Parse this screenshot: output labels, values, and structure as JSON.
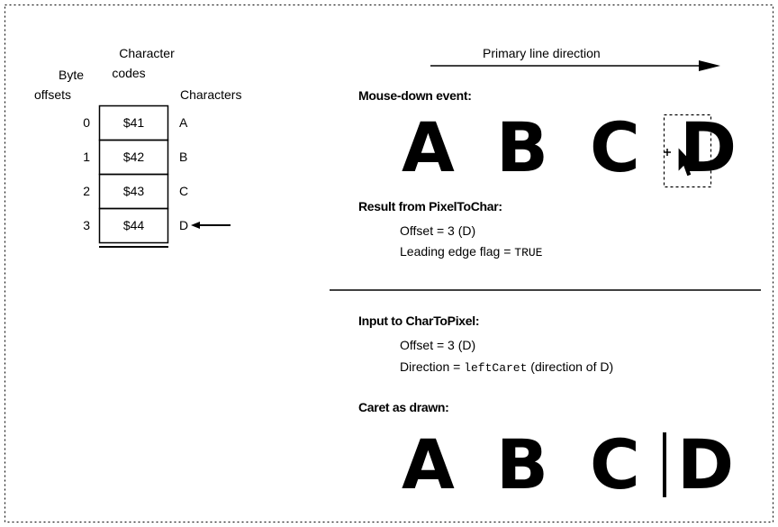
{
  "table": {
    "header_character_codes_1": "Character",
    "header_character_codes_2": "codes",
    "header_byte_offsets_1": "Byte",
    "header_byte_offsets_2": "offsets",
    "header_characters": "Characters",
    "rows": [
      {
        "offset": "0",
        "code": "$41",
        "char": "A"
      },
      {
        "offset": "1",
        "code": "$42",
        "char": "B"
      },
      {
        "offset": "2",
        "code": "$43",
        "char": "C"
      },
      {
        "offset": "3",
        "code": "$44",
        "char": "D"
      }
    ]
  },
  "primary_direction": "Primary line direction",
  "mouse_down": {
    "heading": "Mouse-down event:",
    "letters": [
      "A",
      "B",
      "C",
      "D"
    ]
  },
  "result": {
    "heading": "Result from PixelToChar:",
    "offset_line": "Offset = 3 (D)",
    "leading_prefix": "Leading edge flag = ",
    "leading_value": "TRUE"
  },
  "input": {
    "heading": "Input to CharToPixel:",
    "offset_line": "Offset = 3 (D)",
    "direction_prefix": "Direction = ",
    "direction_value": "leftCaret",
    "direction_suffix": " (direction of D)"
  },
  "caret": {
    "heading": "Caret as drawn:",
    "letters": [
      "A",
      "B",
      "C",
      "D"
    ]
  },
  "icons": {
    "arrow": "arrow-right-icon",
    "pointer": "mouse-pointer-icon",
    "caret": "caret-icon"
  }
}
